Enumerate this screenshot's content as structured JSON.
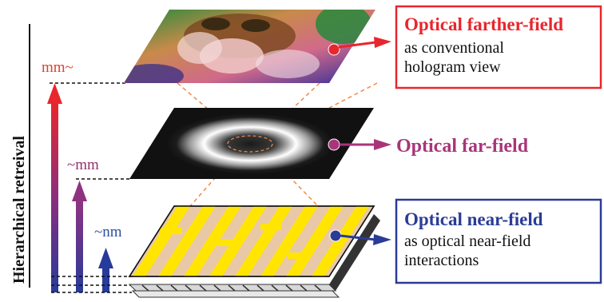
{
  "side_label": "Hierarchical retreival",
  "scales": {
    "mm_tilde": "mm~",
    "tilde_mm": "~mm",
    "tilde_nm": "~nm"
  },
  "boxes": {
    "farther": {
      "title": "Optical farther-field",
      "line1": "as conventional",
      "line2": "hologram view"
    },
    "far": {
      "title": "Optical far-field"
    },
    "near": {
      "title": "Optical near-field",
      "line1": "as optical near-field",
      "line2": "interactions"
    }
  },
  "colors": {
    "farther": "#e8262d",
    "far": "#a8357a",
    "near": "#2a3c96",
    "mm_tilde": "#e0402a",
    "tilde_mm": "#93306e",
    "tilde_nm": "#2a4fa0",
    "stripe": "#ffe500",
    "stripe_alt": "#e9c8a8",
    "ring_dark": "#111111",
    "dash_orange": "#f08a4b"
  }
}
